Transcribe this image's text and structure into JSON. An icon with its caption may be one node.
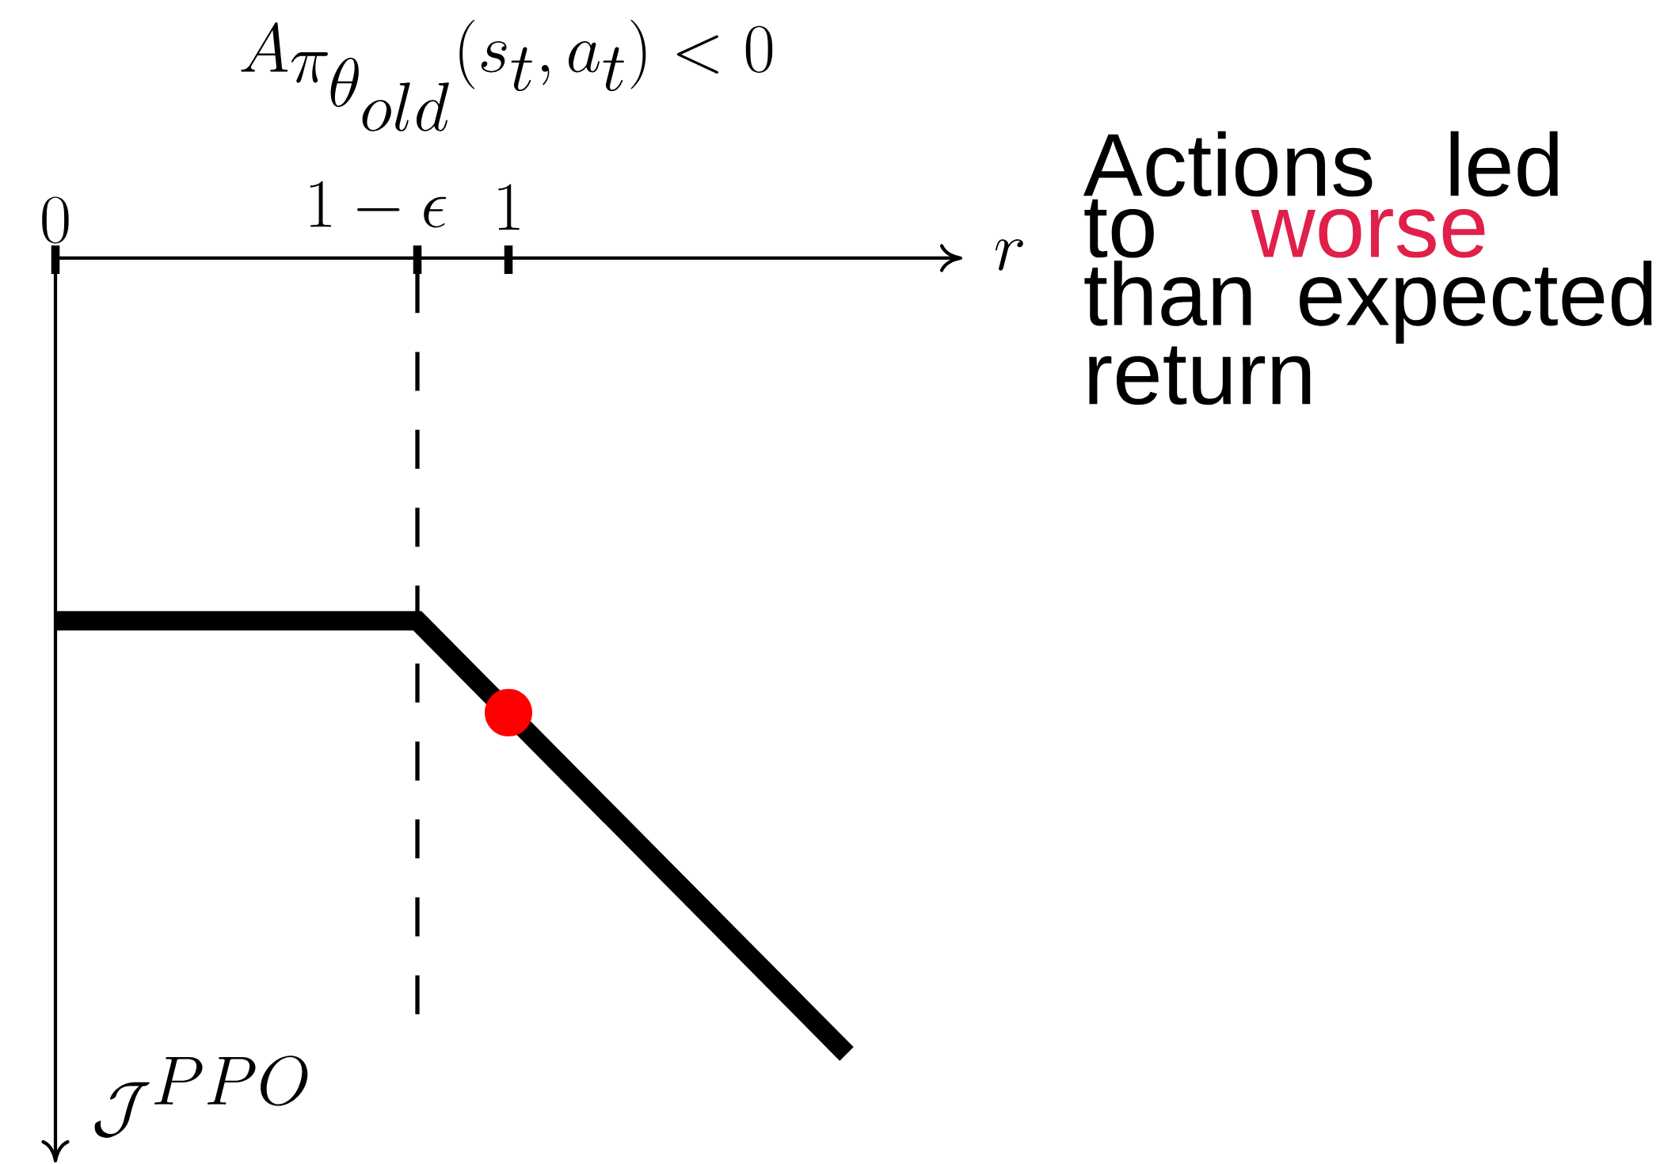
{
  "diagram": {
    "title": "A_{\\pi_{\\theta_{old}}}(s_t, a_t) < 0",
    "labels": [
      "0",
      "1-\\epsilon",
      "1",
      "r",
      "\\mathcal{J}^{PPO}",
      "Actions led to",
      "worse",
      "than expected return"
    ]
  }
}
